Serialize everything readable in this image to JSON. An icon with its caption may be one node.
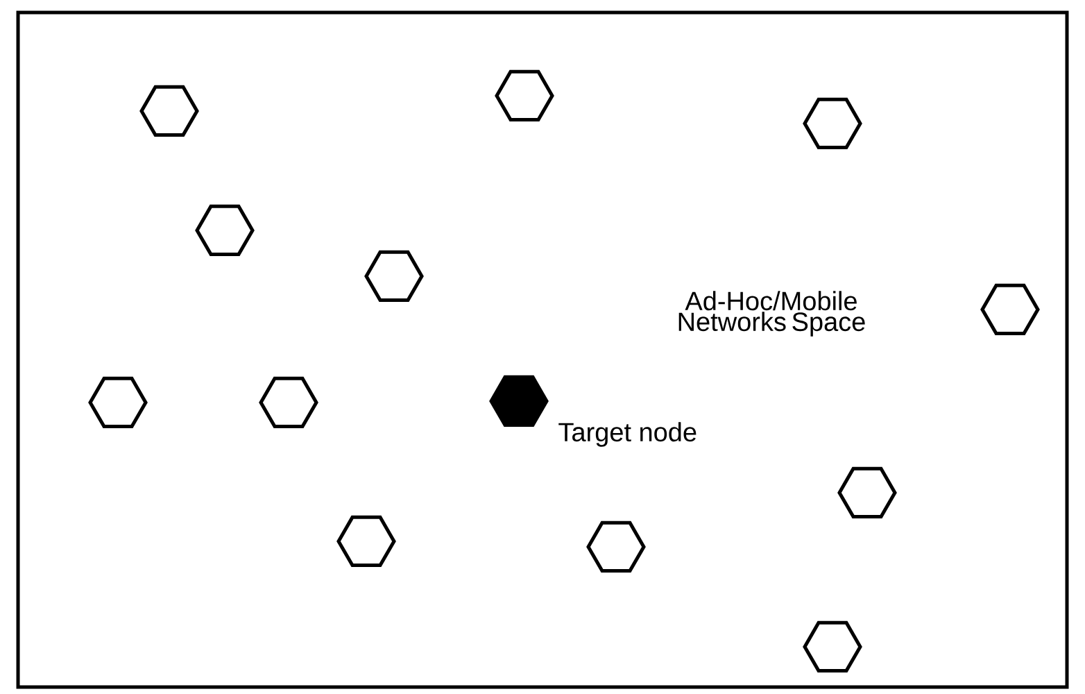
{
  "diagram": {
    "nodes": [
      {
        "text": [
          "Ad-Hoc/Mobile Networks Space"
        ]
      },
      {
        "text": [],
        "shape": "hexagon",
        "in": 0
      },
      {
        "text": [],
        "shape": "hexagon",
        "in": 0
      },
      {
        "text": [],
        "shape": "hexagon",
        "in": 0
      },
      {
        "text": [],
        "shape": "hexagon",
        "in": 0
      },
      {
        "text": [],
        "shape": "hexagon",
        "in": 0
      },
      {
        "text": [],
        "shape": "hexagon",
        "in": 0
      },
      {
        "text": [],
        "shape": "hexagon",
        "in": 0
      },
      {
        "text": [],
        "shape": "hexagon",
        "in": 0
      },
      {
        "text": [],
        "shape": "hexagon",
        "in": 0,
        "beside": [
          "Target node"
        ]
      },
      {
        "text": [],
        "shape": "hexagon",
        "in": 0
      },
      {
        "text": [],
        "shape": "hexagon",
        "in": 0
      },
      {
        "text": [],
        "shape": "hexagon",
        "in": 0
      },
      {
        "text": [],
        "shape": "hexagon",
        "in": 0
      }
    ]
  }
}
